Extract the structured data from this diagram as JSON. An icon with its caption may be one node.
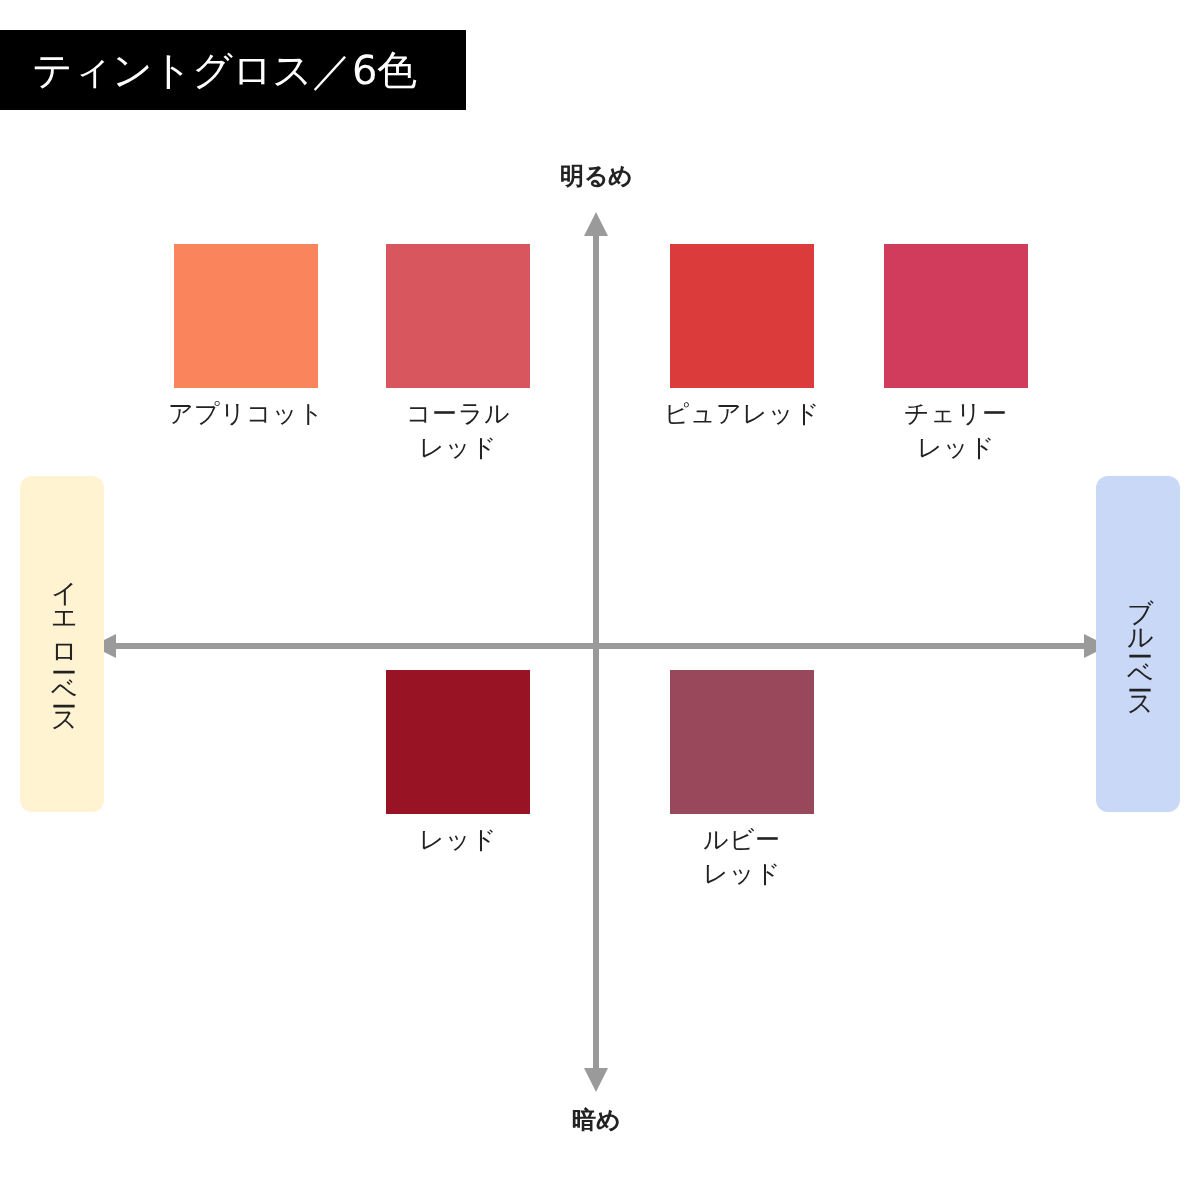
{
  "diagram": {
    "title": "ティントグロス／6色",
    "nodes": [
      {
        "text": [
          "アプリコット"
        ]
      },
      {
        "text": [
          "コーラルレッド"
        ]
      },
      {
        "text": [
          "ピュアレッド"
        ]
      },
      {
        "text": [
          "チェリーレッド"
        ]
      },
      {
        "text": [
          "イエローベース"
        ]
      },
      {
        "text": [
          "ブルーベース"
        ]
      },
      {
        "text": [
          "レッド"
        ]
      },
      {
        "text": [
          "ルビーレッド"
        ]
      }
    ],
    "edges": [
      {
        "from": 4,
        "to": 5,
        "arrow": "both"
      }
    ],
    "labels": [
      "明るめ",
      "暗め"
    ]
  }
}
